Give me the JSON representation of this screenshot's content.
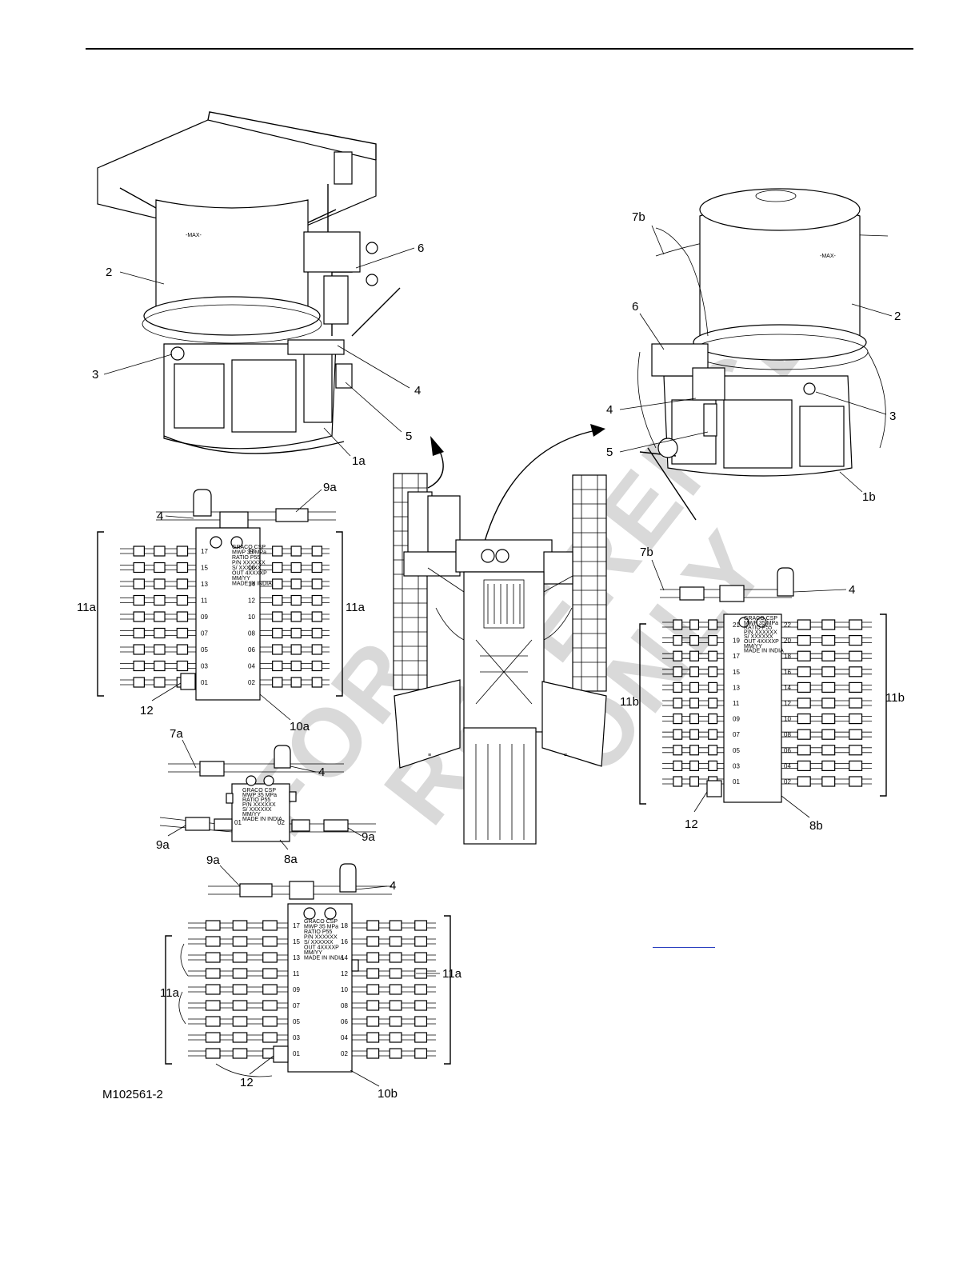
{
  "figure_id": "M102561-2",
  "watermark": [
    "FOR",
    "REFERENCE",
    "ONLY"
  ],
  "callouts": {
    "top_left": [
      "2",
      "3",
      "4",
      "5",
      "6",
      "1a"
    ],
    "top_right": [
      "7b",
      "6",
      "2",
      "4",
      "3",
      "5",
      "1b"
    ],
    "block_10a": [
      "4",
      "9a",
      "11a",
      "11a",
      "12",
      "10a"
    ],
    "block_8a": [
      "7a",
      "4",
      "9a",
      "9a",
      "8a"
    ],
    "block_10b": [
      "9a",
      "4",
      "11a",
      "11a",
      "12",
      "10b"
    ],
    "block_8b": [
      "7b",
      "4",
      "11b",
      "11b",
      "12",
      "8b"
    ]
  },
  "divider_plates": {
    "10a": {
      "lines": [
        "GRACO CSP",
        "MWP 35 MPa",
        "RATIO P55",
        "P/N XXXXXX",
        "S/ XXXXXX",
        "OUT 4XXXXP",
        "MM/YY",
        "MADE IN INDIA"
      ],
      "left_ports": [
        "17",
        "15",
        "13",
        "11",
        "09",
        "07",
        "05",
        "03",
        "01"
      ],
      "right_ports": [
        "18",
        "16",
        "14",
        "12",
        "10",
        "08",
        "06",
        "04",
        "02"
      ]
    },
    "8a": {
      "lines": [
        "GRACO CSP",
        "MWP 35 MPa",
        "RATIO P55",
        "P/N XXXXXX",
        "S/ XXXXXX",
        "MM/YY",
        "MADE IN INDIA"
      ],
      "left_ports": [
        "01"
      ],
      "right_ports": [
        "02"
      ]
    },
    "10b": {
      "lines": [
        "GRACO CSP",
        "MWP 35 MPa",
        "RATIO P55",
        "P/N XXXXXX",
        "S/ XXXXXX",
        "OUT 4XXXXP",
        "MM/YY",
        "MADE IN INDIA"
      ],
      "left_ports": [
        "17",
        "15",
        "13",
        "11",
        "09",
        "07",
        "05",
        "03",
        "01"
      ],
      "right_ports": [
        "18",
        "16",
        "14",
        "12",
        "10",
        "08",
        "06",
        "04",
        "02"
      ]
    },
    "8b": {
      "lines": [
        "GRACO CSP",
        "MWP 35 MPa",
        "RATIO P55",
        "P/N XXXXXX",
        "S/ XXXXXX",
        "OUT 4XXXXP",
        "MM/YY",
        "MADE IN INDIA"
      ],
      "left_ports": [
        "21",
        "19",
        "17",
        "15",
        "13",
        "11",
        "09",
        "07",
        "05",
        "03",
        "01"
      ],
      "right_ports": [
        "22",
        "20",
        "18",
        "16",
        "14",
        "12",
        "10",
        "08",
        "06",
        "04",
        "02"
      ]
    }
  },
  "reservoir_label": "-MAX-"
}
